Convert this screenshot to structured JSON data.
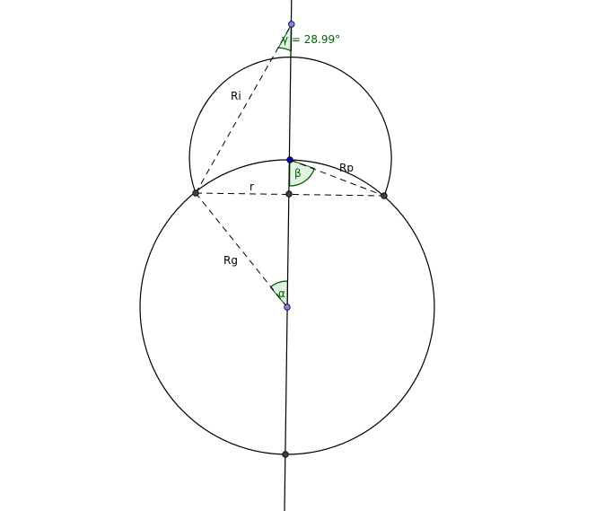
{
  "colors": {
    "stroke": "#000000",
    "angle_stroke": "#006400",
    "angle_fill": "#e4f2e4",
    "angle_text": "#006400",
    "free_point": "#8080ff",
    "dependent_point": "#404040",
    "center_point": "#0000cc"
  },
  "labels": {
    "ri": "Ri",
    "rp": "Rp",
    "r": "r",
    "rg": "Rg"
  },
  "angles": {
    "gamma": "γ = 28.99°",
    "beta": "β",
    "alpha": "α"
  }
}
